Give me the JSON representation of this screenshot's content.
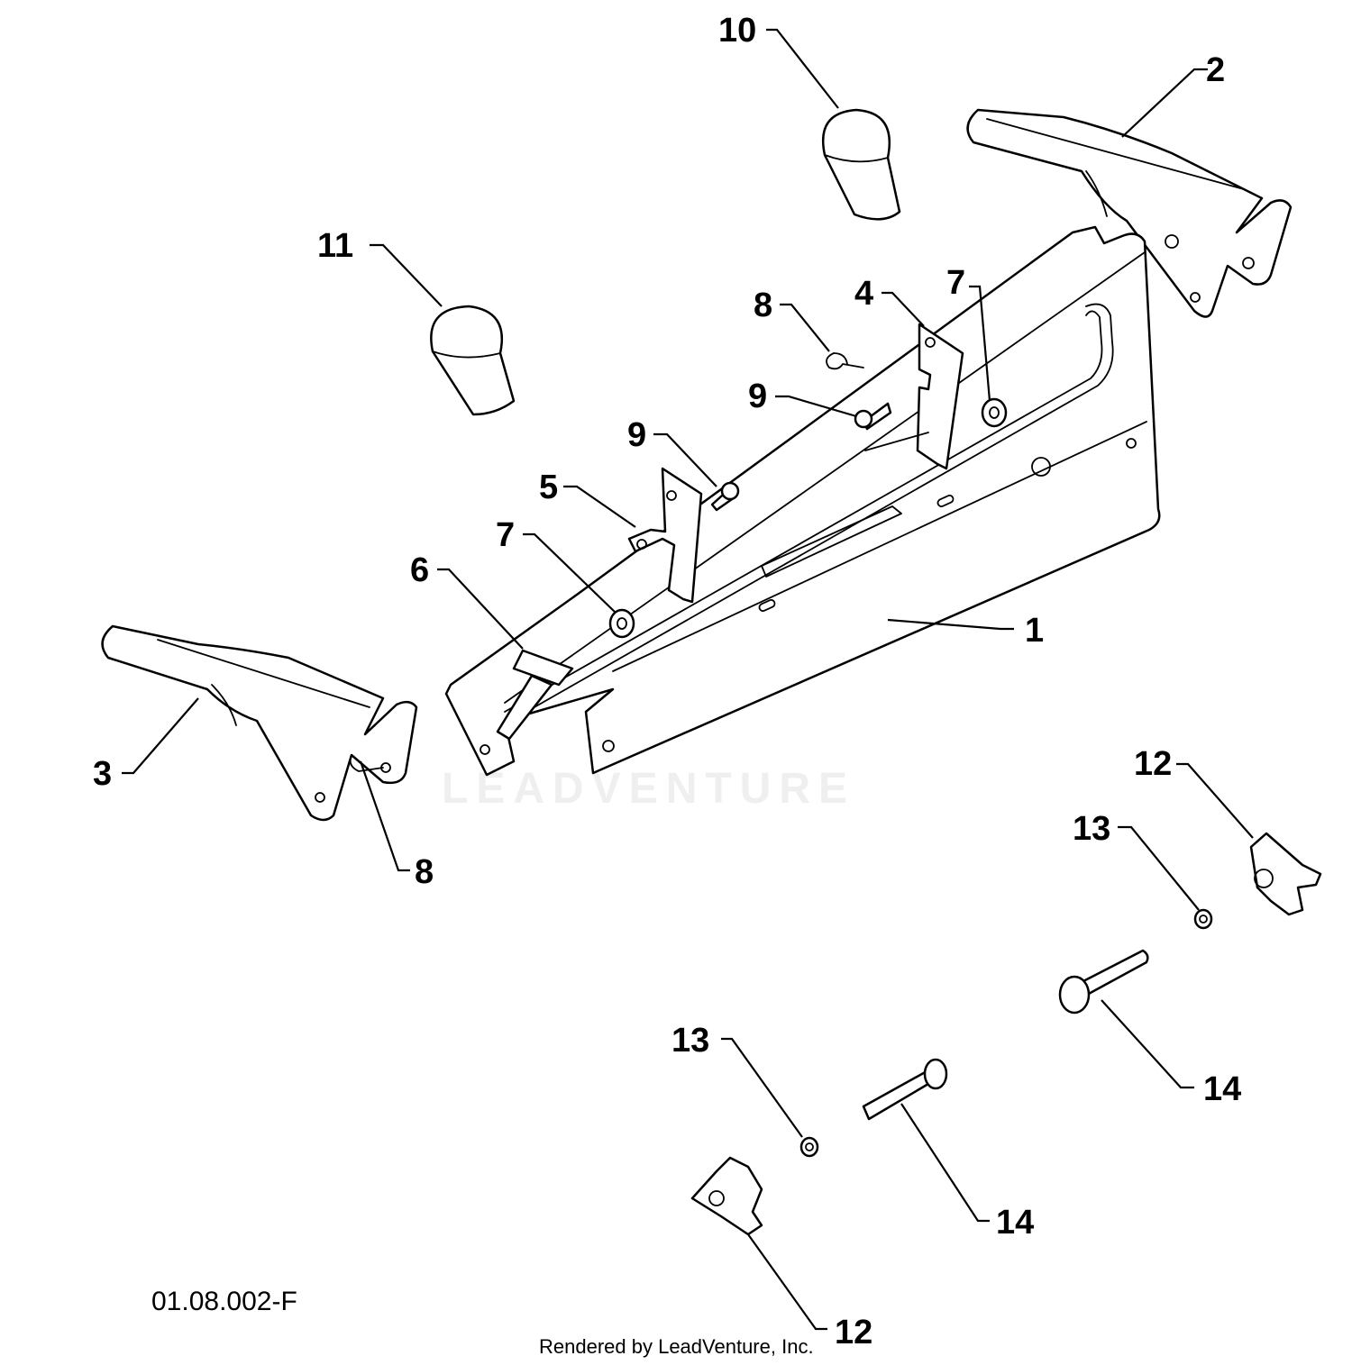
{
  "diagram": {
    "code": "01.08.002-F",
    "credit": "Rendered by LeadVenture, Inc.",
    "watermark": "LEADVENTURE",
    "callouts": {
      "c1": "1",
      "c2": "2",
      "c3": "3",
      "c4": "4",
      "c5": "5",
      "c6": "6",
      "c7a": "7",
      "c7b": "7",
      "c8a": "8",
      "c8b": "8",
      "c9a": "9",
      "c9b": "9",
      "c10": "10",
      "c11": "11",
      "c12a": "12",
      "c12b": "12",
      "c13a": "13",
      "c13b": "13",
      "c14a": "14",
      "c14b": "14"
    }
  }
}
